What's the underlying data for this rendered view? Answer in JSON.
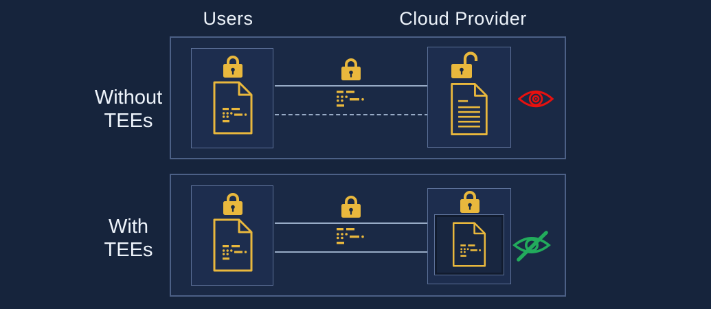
{
  "diagram": {
    "column_headers": {
      "users": "Users",
      "cloud_provider": "Cloud Provider"
    },
    "rows": [
      {
        "id": "without-tees",
        "label_lines": [
          "Without",
          "TEEs"
        ],
        "user_side": {
          "lock_icon": "closed-padlock-icon",
          "document_icon": "encrypted-document-icon"
        },
        "channel": {
          "lock_icon": "closed-padlock-icon",
          "payload_icon": "ciphertext-icon",
          "top_link_style": "solid",
          "bottom_link_style": "dashed"
        },
        "provider_side": {
          "lock_icon": "open-padlock-icon",
          "document_icon": "plaintext-document-icon",
          "enclave_box": false
        },
        "observer": {
          "icon": "eye-open-icon",
          "color": "#e8110f"
        }
      },
      {
        "id": "with-tees",
        "label_lines": [
          "With",
          "TEEs"
        ],
        "user_side": {
          "lock_icon": "closed-padlock-icon",
          "document_icon": "encrypted-document-icon"
        },
        "channel": {
          "lock_icon": "closed-padlock-icon",
          "payload_icon": "ciphertext-icon",
          "top_link_style": "solid",
          "bottom_link_style": "solid"
        },
        "provider_side": {
          "lock_icon": "closed-padlock-icon",
          "document_icon": "encrypted-document-icon",
          "enclave_box": true
        },
        "observer": {
          "icon": "eye-slash-icon",
          "color": "#22ab5c"
        }
      }
    ]
  },
  "colors": {
    "bg": "#16243c",
    "panel": "#1a2945",
    "panel_border": "#4c6086",
    "item": "#1d2d4e",
    "item_border": "#5c7098",
    "enclave": "#182640",
    "wire": "#98abc6",
    "gold": "#e9b83d",
    "red": "#e8110f",
    "green": "#22ab5c",
    "text": "#eef4fb"
  }
}
